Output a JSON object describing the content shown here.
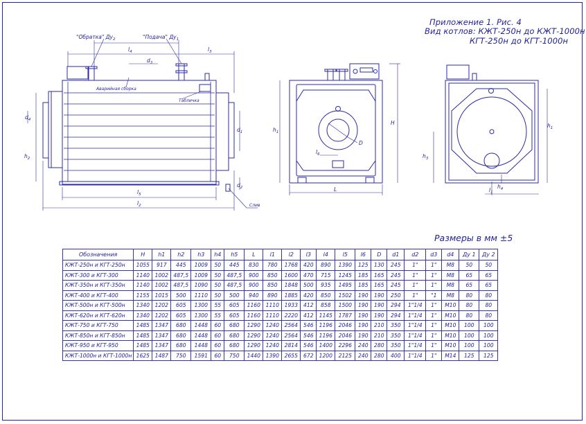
{
  "title": {
    "line1": "Приложение 1. Рис. 4",
    "line2": "Вид котлов: КЖТ-250н до КЖТ-1000н",
    "line3": "КГТ-250н до КГТ-1000н"
  },
  "drawing_labels": {
    "obratka": "\"Обратка\" Ду",
    "obratka_sub": "2",
    "podacha": "\"Подача\" Ду",
    "podacha_sub": "1",
    "l4": "l",
    "l4_sub": "4",
    "l3": "l",
    "l3_sub": "3",
    "d3": "d",
    "d3_sub": "3",
    "avariynaya": "Аварийная сборка",
    "tablichka": "Табличка",
    "d1": "d",
    "d1_sub": "1",
    "d2": "d",
    "d2_sub": "2",
    "d4": "d",
    "d4_sub": "4",
    "h2_left": "h",
    "h2_left_sub": "2",
    "l5": "l",
    "l5_sub": "5",
    "l2": "l",
    "l2_sub": "2",
    "sliv": "Слив",
    "h1_front": "h",
    "h1_front_sub": "1",
    "H": "H",
    "l6": "l",
    "l6_sub": "6",
    "D": "D",
    "L": "L",
    "h1_back": "h",
    "h1_back_sub": "1",
    "h3_back": "h",
    "h3_back_sub": "3",
    "l1": "l",
    "l1_sub": "1",
    "h4": "h",
    "h4_sub": "4"
  },
  "units_note": "Размеры в мм ±5",
  "table": {
    "headers": [
      "Обозначения",
      "H",
      "h1",
      "h2",
      "h3",
      "h4",
      "h5",
      "L",
      "l1",
      "l2",
      "l3",
      "l4",
      "l5",
      "l6",
      "D",
      "d1",
      "d2",
      "d3",
      "d4",
      "Ду 1",
      "Ду 2"
    ],
    "rows": [
      [
        "КЖТ-250н и КГТ-250н",
        "1055",
        "917",
        "445",
        "1009",
        "50",
        "445",
        "830",
        "780",
        "1768",
        "420",
        "890",
        "1390",
        "125",
        "130",
        "245",
        "1\"",
        "1\"",
        "М8",
        "50",
        "50"
      ],
      [
        "КЖТ-300 и КГТ-300",
        "1140",
        "1002",
        "487,5",
        "1009",
        "50",
        "487,5",
        "900",
        "850",
        "1600",
        "470",
        "715",
        "1245",
        "185",
        "165",
        "245",
        "1\"",
        "1\"",
        "М8",
        "65",
        "65"
      ],
      [
        "КЖТ-350н и КГТ-350н",
        "1140",
        "1002",
        "487,5",
        "1090",
        "50",
        "487,5",
        "900",
        "850",
        "1848",
        "500",
        "935",
        "1495",
        "185",
        "165",
        "245",
        "1\"",
        "1\"",
        "М8",
        "65",
        "65"
      ],
      [
        "КЖТ-400 и КГТ-400",
        "1155",
        "1015",
        "500",
        "1110",
        "50",
        "500",
        "940",
        "890",
        "1885",
        "420",
        "850",
        "1502",
        "190",
        "190",
        "250",
        "1\"",
        "\"1",
        "М8",
        "80",
        "80"
      ],
      [
        "КЖТ-500н и КГТ-500н",
        "1340",
        "1202",
        "605",
        "1300",
        "55",
        "605",
        "1160",
        "1110",
        "1933",
        "412",
        "858",
        "1500",
        "190",
        "190",
        "294",
        "1\"1/4",
        "1\"",
        "М10",
        "80",
        "80"
      ],
      [
        "КЖТ-620н и КГТ-620н",
        "1340",
        "1202",
        "605",
        "1300",
        "55",
        "605",
        "1160",
        "1110",
        "2220",
        "412",
        "1145",
        "1787",
        "190",
        "190",
        "294",
        "1\"1/4",
        "1\"",
        "М10",
        "80",
        "80"
      ],
      [
        "КЖТ-750 и КГТ-750",
        "1485",
        "1347",
        "680",
        "1448",
        "60",
        "680",
        "1290",
        "1240",
        "2564",
        "546",
        "1196",
        "2046",
        "190",
        "210",
        "350",
        "1\"1/4",
        "1\"",
        "М10",
        "100",
        "100"
      ],
      [
        "КЖТ-850н и КГТ-850н",
        "1485",
        "1347",
        "680",
        "1448",
        "60",
        "680",
        "1290",
        "1240",
        "2564",
        "546",
        "1196",
        "2046",
        "190",
        "210",
        "350",
        "1\"1/4",
        "1\"",
        "М10",
        "100",
        "100"
      ],
      [
        "КЖТ-950 и КГТ-950",
        "1485",
        "1347",
        "680",
        "1448",
        "60",
        "680",
        "1290",
        "1240",
        "2814",
        "546",
        "1400",
        "2296",
        "240",
        "280",
        "350",
        "1\"1/4",
        "1\"",
        "М10",
        "100",
        "100"
      ],
      [
        "КЖТ-1000н и КГТ-1000н",
        "1625",
        "1487",
        "750",
        "1591",
        "60",
        "750",
        "1440",
        "1390",
        "2655",
        "672",
        "1200",
        "2125",
        "240",
        "280",
        "400",
        "1\"1/4",
        "1\"",
        "М14",
        "125",
        "125"
      ]
    ]
  },
  "colors": {
    "ink": "#222299",
    "outline": "#2a2aa8"
  }
}
